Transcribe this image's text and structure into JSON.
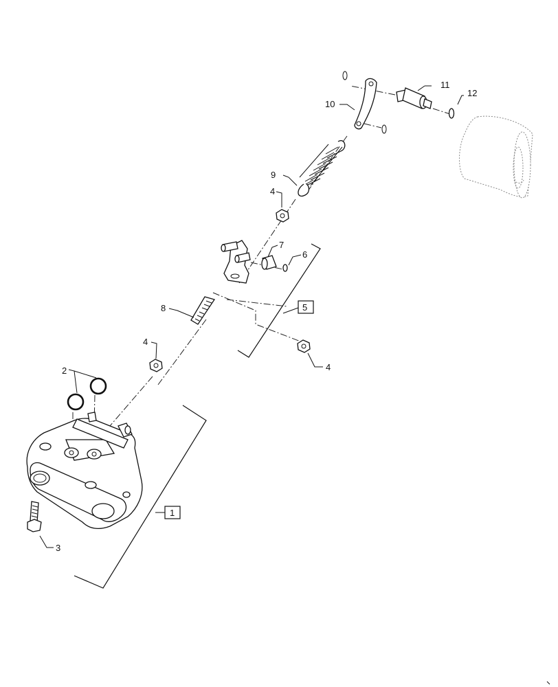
{
  "callouts": {
    "c1": "1",
    "c2": "2",
    "c3": "3",
    "c4_top": "4",
    "c4_mid": "4",
    "c4_right": "4",
    "c5": "5",
    "c6": "6",
    "c7": "7",
    "c8": "8",
    "c9": "9",
    "c10": "10",
    "c11": "11",
    "c12": "12"
  }
}
